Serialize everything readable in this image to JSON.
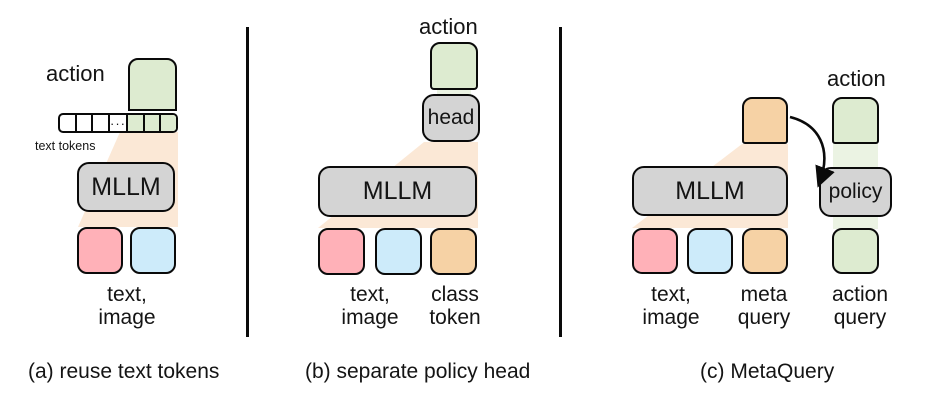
{
  "figure": {
    "type": "architecture-comparison-diagram",
    "panel_count": 3
  },
  "colors": {
    "text_image_pink": "#ffb1b8",
    "text_image_blue": "#cdebfa",
    "token_orange": "#f6d2a5",
    "action_green": "#ddebd0",
    "module_gray": "#d4d4d4",
    "flow_band_peach": "#fbe8d6",
    "flow_band_green": "#ebf3e3",
    "stroke_black": "#0a0a0a"
  },
  "panel_a": {
    "caption": "(a) reuse text tokens",
    "action_label": "action",
    "text_tokens_label": "text tokens",
    "dots": "···",
    "mllm": "MLLM",
    "token_cells": [
      "white",
      "white",
      "white",
      "dots",
      "green",
      "green",
      "green"
    ],
    "input_line1": "text,",
    "input_line2": "image"
  },
  "panel_b": {
    "caption": "(b) separate policy head",
    "action_label": "action",
    "head": "head",
    "mllm": "MLLM",
    "text_image_line1": "text,",
    "text_image_line2": "image",
    "class_token_line1": "class",
    "class_token_line2": "token"
  },
  "panel_c": {
    "caption": "(c) MetaQuery",
    "action_label": "action",
    "mllm": "MLLM",
    "policy": "policy",
    "text_image_line1": "text,",
    "text_image_line2": "image",
    "meta_query_line1": "meta",
    "meta_query_line2": "query",
    "action_query_line1": "action",
    "action_query_line2": "query"
  }
}
